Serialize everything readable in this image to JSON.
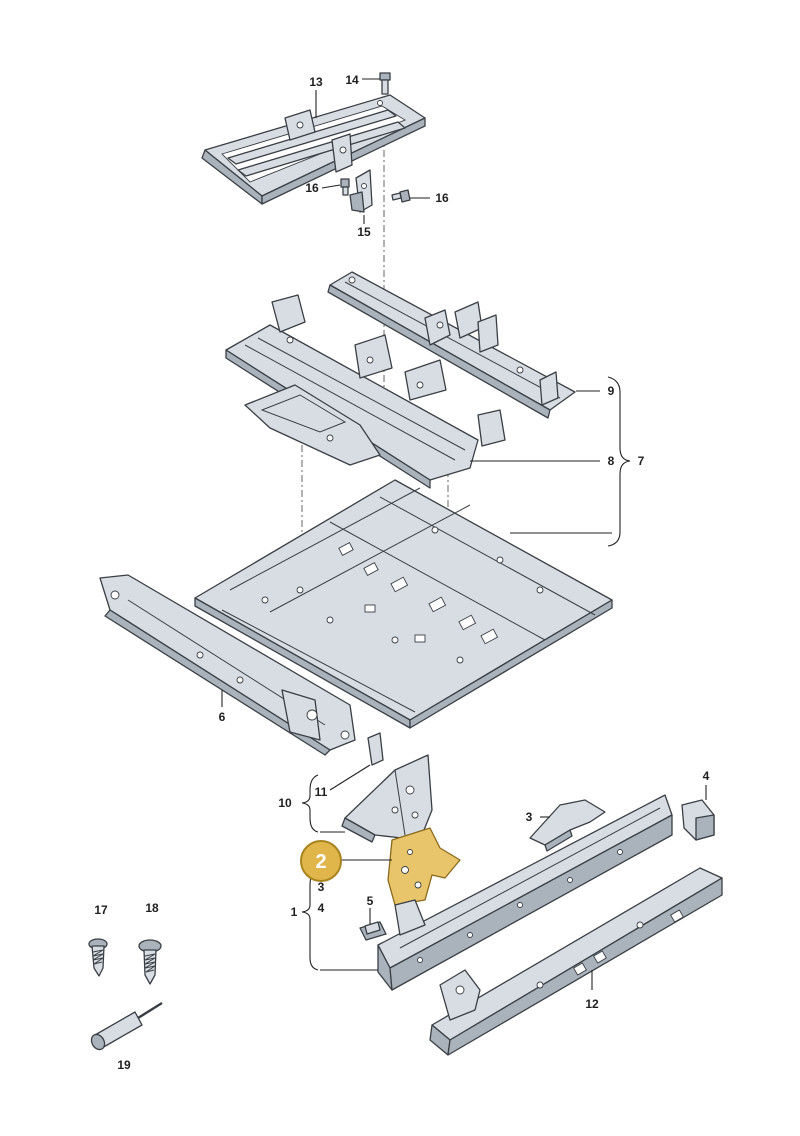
{
  "callout": {
    "number": "2",
    "color": "#c9a227",
    "highlight": "#e8c56a"
  },
  "labels": {
    "l1": "1",
    "l3a": "3",
    "l3b": "3",
    "l4a": "4",
    "l4b": "4",
    "l5": "5",
    "l6": "6",
    "l7": "7",
    "l8": "8",
    "l9": "9",
    "l10": "10",
    "l11": "11",
    "l12": "12",
    "l13": "13",
    "l14": "14",
    "l15": "15",
    "l16a": "16",
    "l16b": "16",
    "l17": "17",
    "l18": "18",
    "l19": "19"
  }
}
